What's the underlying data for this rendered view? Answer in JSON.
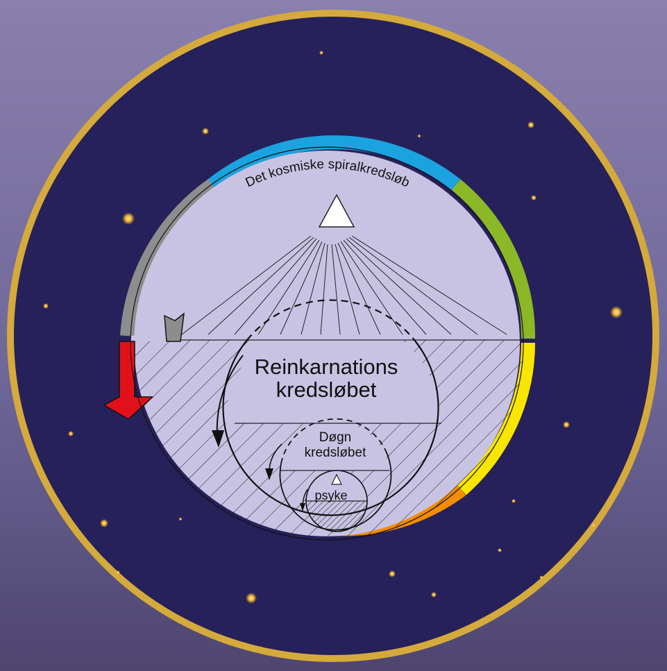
{
  "title_arc": "Det kosmiske spiralkredsløb",
  "label_reinkarnation_1": "Reinkarnations",
  "label_reinkarnation_2": "kredsløbet",
  "label_dogn_1": "Døgn",
  "label_dogn_2": "kredsløbet",
  "label_psyke": "psyke",
  "colors": {
    "space": "#26215a",
    "gold_ring": "#d4aa3c",
    "disc": "#c9c3e3",
    "blue": "#1ba3df",
    "green": "#8ab826",
    "yellow": "#f8e500",
    "orange": "#f28c00",
    "red": "#e2101a",
    "gray": "#8d8d8d",
    "star": "#f6b52a"
  },
  "icons": [
    "upward-triangle-icon",
    "red-arrow-icon",
    "star-icon"
  ]
}
